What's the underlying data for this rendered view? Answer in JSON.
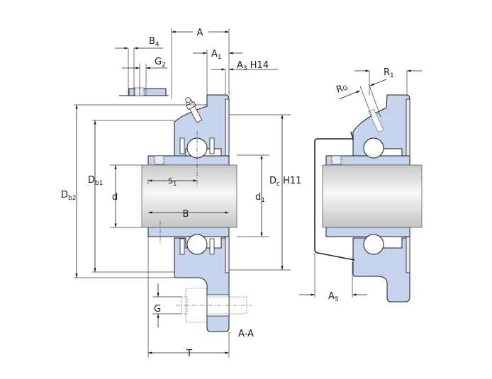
{
  "drawing": {
    "title": "Flanged ball bearing unit – dimension drawing",
    "colors": {
      "housing": "#c6d3ec",
      "line": "#1e1e1e",
      "shaft_light": "#f4f4f4",
      "shaft_dark": "#c8c8c8",
      "background": "#ffffff"
    },
    "left_view": {
      "labels": {
        "A": {
          "main": "A",
          "sub": ""
        },
        "A1": {
          "main": "A",
          "sub": "1"
        },
        "A3": {
          "main": "A",
          "sub": "3",
          "suffix": " H14"
        },
        "B4": {
          "main": "B",
          "sub": "4"
        },
        "G2": {
          "main": "G",
          "sub": "2"
        },
        "Db1": {
          "main": "D",
          "sub": "b1"
        },
        "Db2": {
          "main": "D",
          "sub": "b2"
        },
        "d": {
          "main": "d",
          "sub": ""
        },
        "s1": {
          "main": "s",
          "sub": "1"
        },
        "B": {
          "main": "B",
          "sub": ""
        },
        "d1": {
          "main": "d",
          "sub": "1"
        },
        "Dc": {
          "main": "D",
          "sub": "c",
          "suffix": " H11"
        },
        "G": {
          "main": "G",
          "sub": ""
        },
        "T": {
          "main": "T",
          "sub": ""
        },
        "section": "A-A"
      }
    },
    "right_view": {
      "labels": {
        "RG": {
          "main": "R",
          "sub": "G"
        },
        "R1": {
          "main": "R",
          "sub": "1"
        },
        "A5": {
          "main": "A",
          "sub": "5"
        }
      }
    }
  }
}
